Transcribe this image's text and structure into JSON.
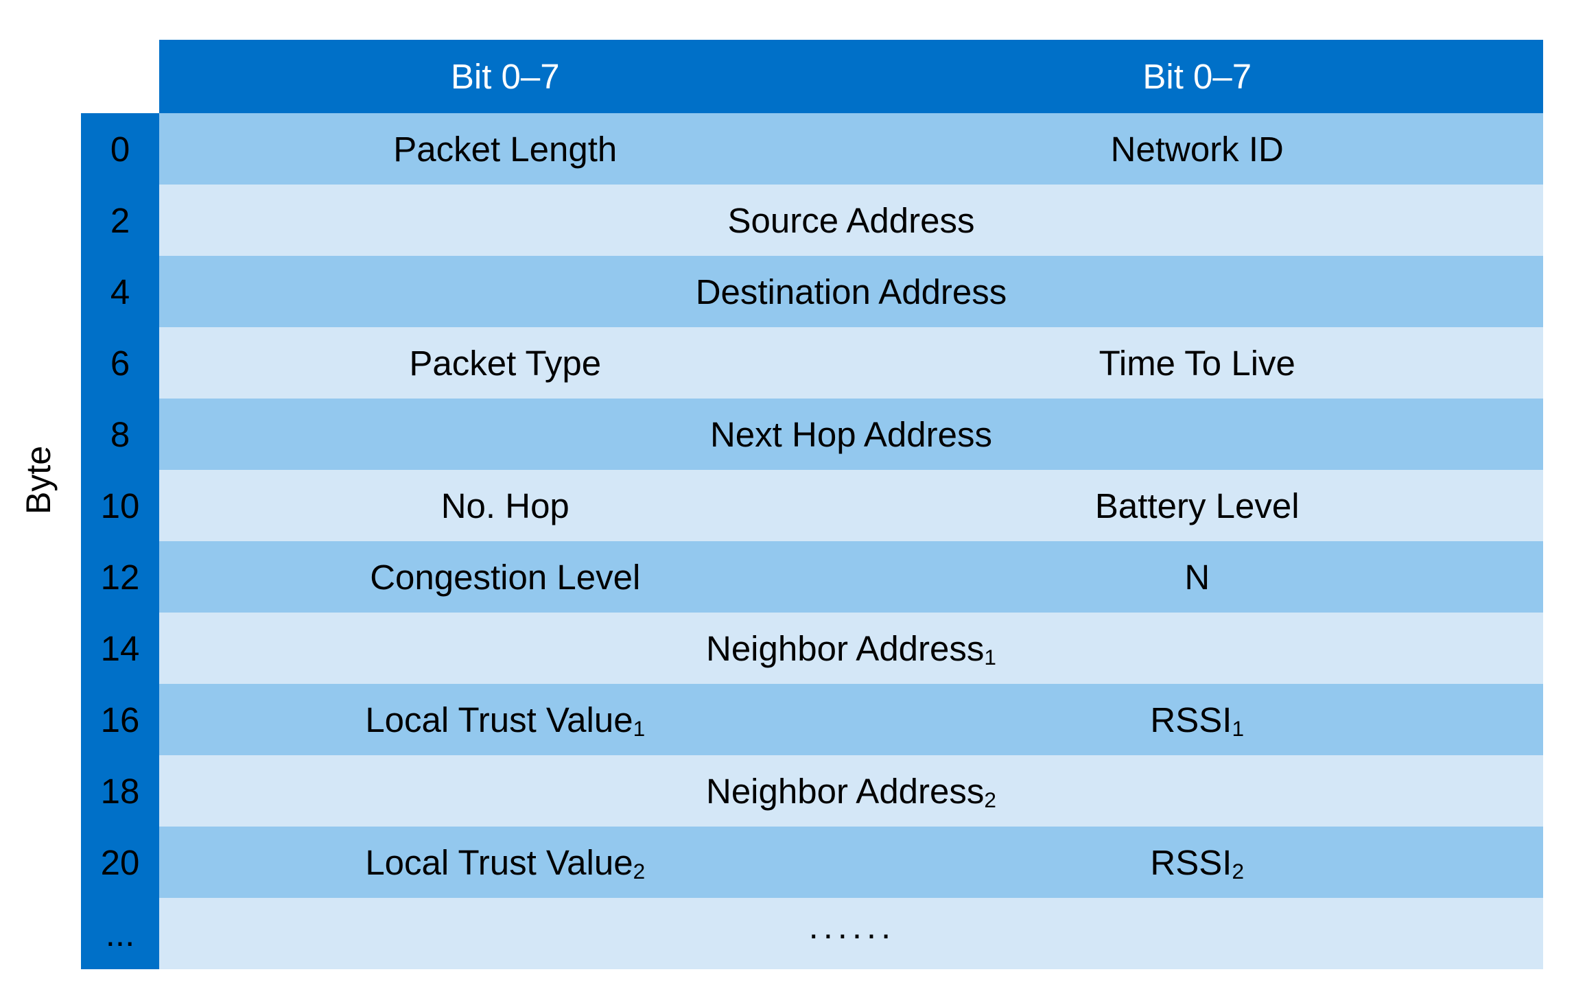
{
  "axis": {
    "label": "Byte"
  },
  "colors": {
    "header_blue": "#0070C8",
    "byte_column_blue": "#0070C8",
    "stripe_dark": "#93C8EE",
    "stripe_light": "#D4E7F7",
    "text": "#000000",
    "header_text": "#FFFFFF",
    "page_background": "#FFFFFF"
  },
  "header": {
    "corner": "",
    "left_label": "Bit 0–7",
    "right_label": "Bit 0–7"
  },
  "rows": [
    {
      "byte": "0",
      "stripe": "dark",
      "span": "split",
      "left": "Packet Length",
      "right": "Network ID"
    },
    {
      "byte": "2",
      "stripe": "light",
      "span": "full",
      "full": "Source Address"
    },
    {
      "byte": "4",
      "stripe": "dark",
      "span": "full",
      "full": "Destination Address"
    },
    {
      "byte": "6",
      "stripe": "light",
      "span": "split",
      "left": "Packet Type",
      "right": "Time To Live"
    },
    {
      "byte": "8",
      "stripe": "dark",
      "span": "full",
      "full": "Next Hop Address"
    },
    {
      "byte": "10",
      "stripe": "light",
      "span": "split",
      "left": "No. Hop",
      "right": "Battery Level"
    },
    {
      "byte": "12",
      "stripe": "dark",
      "span": "split",
      "left": "Congestion Level",
      "right": "N"
    },
    {
      "byte": "14",
      "stripe": "light",
      "span": "full",
      "full": "Neighbor Address",
      "full_sub": "1"
    },
    {
      "byte": "16",
      "stripe": "dark",
      "span": "split",
      "left": "Local Trust Value",
      "left_sub": "1",
      "right": "RSSI",
      "right_sub": "1"
    },
    {
      "byte": "18",
      "stripe": "light",
      "span": "full",
      "full": "Neighbor Address",
      "full_sub": "2"
    },
    {
      "byte": "20",
      "stripe": "dark",
      "span": "split",
      "left": "Local Trust Value",
      "left_sub": "2",
      "right": "RSSI",
      "right_sub": "2"
    },
    {
      "byte": "...",
      "stripe": "light",
      "span": "full",
      "full": "······"
    }
  ]
}
